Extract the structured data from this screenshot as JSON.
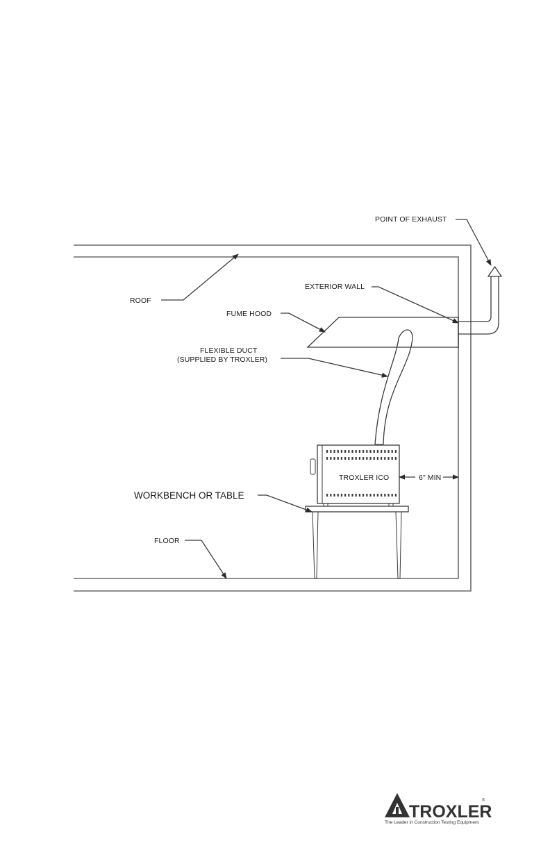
{
  "labels": {
    "point_of_exhaust": "POINT OF EXHAUST",
    "roof": "ROOF",
    "exterior_wall": "EXTERIOR WALL",
    "fume_hood": "FUME HOOD",
    "flexible_duct_line1": "FLEXIBLE DUCT",
    "flexible_duct_line2": "(SUPPLIED BY TROXLER)",
    "troxler_ico": "TROXLER ICO",
    "six_min": "6\" MIN",
    "workbench": "WORKBENCH OR TABLE",
    "floor": "FLOOR"
  },
  "logo": {
    "name": "TROXLER",
    "registered": "®",
    "tagline": "The Leader in Construction Testing Equipment"
  }
}
